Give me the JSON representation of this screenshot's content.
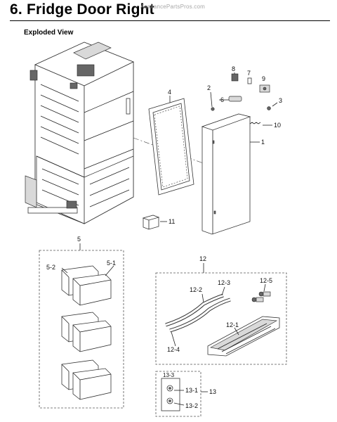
{
  "title": "6.  Fridge Door Right",
  "watermark": "AppliancePartsPros.com",
  "section_heading": "Exploded View",
  "callouts": {
    "c1": "1",
    "c2": "2",
    "c3": "3",
    "c4": "4",
    "c5": "5",
    "c5_1": "5-1",
    "c5_2": "5-2",
    "c6": "6",
    "c7": "7",
    "c8": "8",
    "c9": "9",
    "c10": "10",
    "c11": "11",
    "c12": "12",
    "c12_1": "12-1",
    "c12_2": "12-2",
    "c12_3": "12-3",
    "c12_4": "12-4",
    "c12_5": "12-5",
    "c13": "13",
    "c13_1": "13-1",
    "c13_2": "13-2",
    "c13_3": "13-3"
  },
  "colors": {
    "line": "#222222",
    "dashed_frame": "#555555",
    "watermark": "#a8a8a8"
  }
}
